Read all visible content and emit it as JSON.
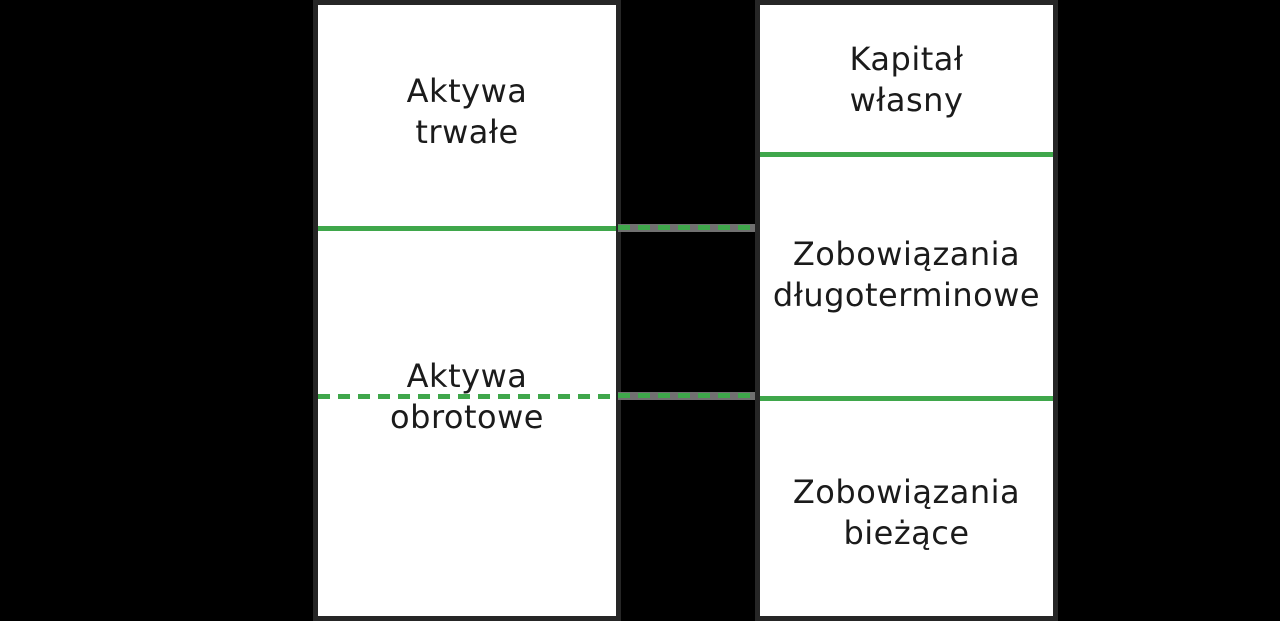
{
  "diagram": {
    "assets_column": {
      "sections": [
        {
          "line1": "Aktywa",
          "line2": "trwałe"
        },
        {
          "line1": "Aktywa",
          "line2": "obrotowe"
        }
      ]
    },
    "liabilities_column": {
      "sections": [
        {
          "line1": "Kapitał",
          "line2": "własny"
        },
        {
          "line1": "Zobowiązania",
          "line2": "długoterminowe"
        },
        {
          "line1": "Zobowiązania",
          "line2": "bieżące"
        }
      ]
    }
  },
  "colors": {
    "background": "#000000",
    "column_bg": "#ffffff",
    "column_border": "#262626",
    "divider_green": "#3fa74b",
    "connector_gray": "#707070",
    "text": "#1b1b1b"
  }
}
